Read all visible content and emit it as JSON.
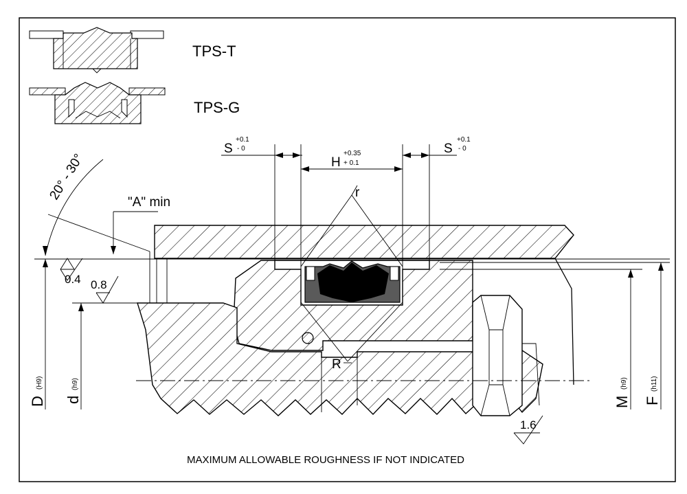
{
  "profiles": {
    "tps_t": "TPS-T",
    "tps_g": "TPS-G"
  },
  "dimensions": {
    "angle": "20° - 30°",
    "a_min": "\"A\" min",
    "s_left": {
      "symbol": "S",
      "upper": "+0.1",
      "lower": "- 0"
    },
    "h": {
      "symbol": "H",
      "upper": "+0.35",
      "lower": "+ 0.1"
    },
    "s_right": {
      "symbol": "S",
      "upper": "+0.1",
      "lower": "- 0"
    },
    "r_small": "r",
    "r_large": "R",
    "D": {
      "symbol": "D",
      "tol": "(H9)"
    },
    "d": {
      "symbol": "d",
      "tol": "(h9)"
    },
    "M": {
      "symbol": "M",
      "tol": "(h9)"
    },
    "F": {
      "symbol": "F",
      "tol": "(h11)"
    }
  },
  "roughness": {
    "bore": "0.4",
    "rod": "0.8",
    "general": "1.6"
  },
  "footer": "MAXIMUM ALLOWABLE ROUGHNESS IF NOT INDICATED",
  "colors": {
    "seal_dark": "#000000",
    "seal_grey": "#5a5a5a"
  }
}
